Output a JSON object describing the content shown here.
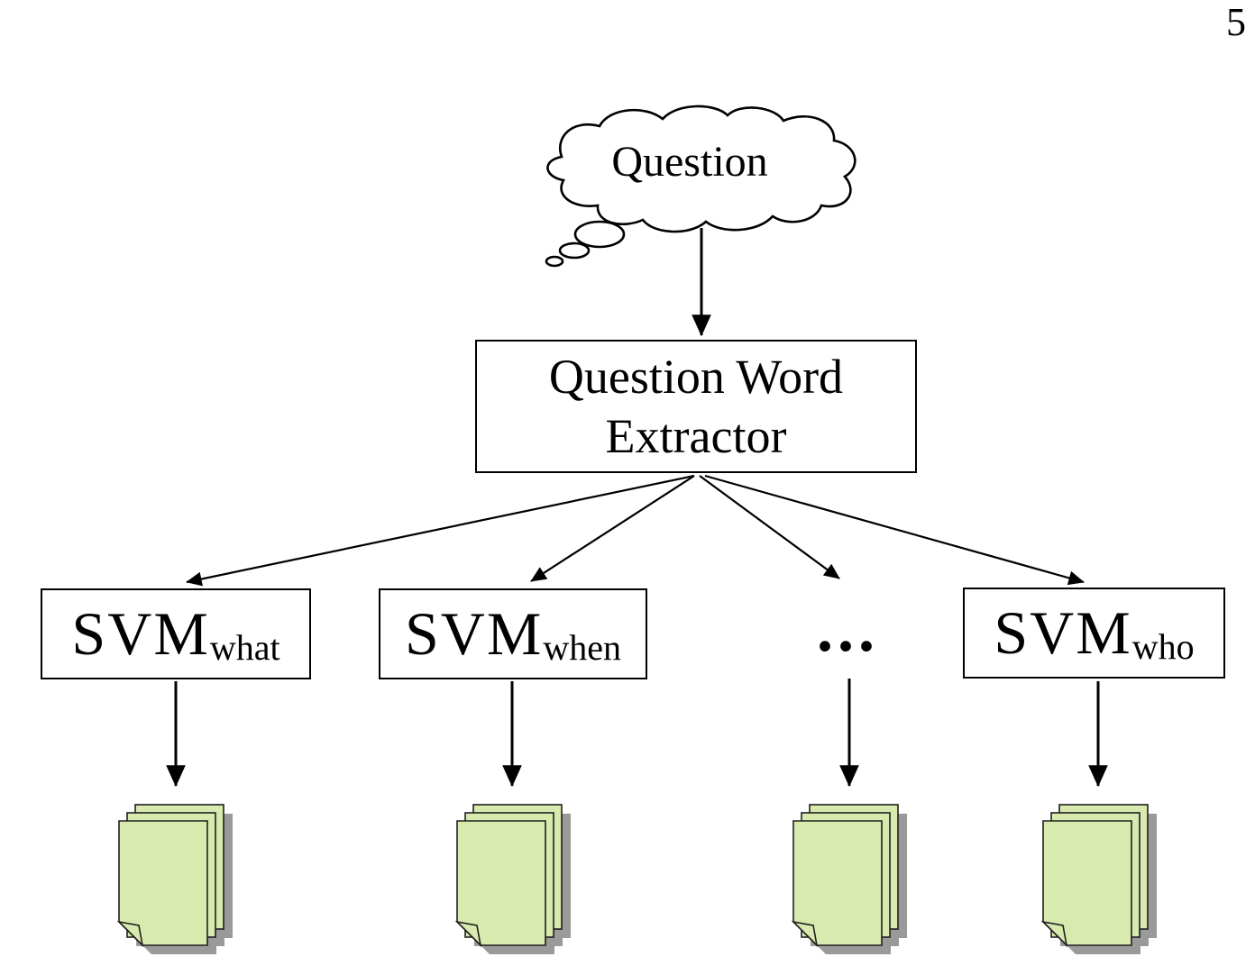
{
  "page": {
    "number": "5"
  },
  "diagram": {
    "question_cloud": {
      "label": "Question"
    },
    "extractor_box": {
      "line1": "Question Word",
      "line2": "Extractor"
    },
    "svm_boxes": [
      {
        "name": "SVM",
        "subscript": "what"
      },
      {
        "name": "SVM",
        "subscript": "when"
      },
      {
        "name": "SVM",
        "subscript": "who"
      }
    ],
    "ellipsis": "..."
  },
  "icons": {
    "cloud": "thought-cloud-icon",
    "documents": "document-stack-icon"
  },
  "colors": {
    "background": "#ffffff",
    "line_color": "#000000",
    "document_fill": "#d9eaae",
    "document_border": "#1f1f1f",
    "document_shadow": "#9a9a9a"
  }
}
